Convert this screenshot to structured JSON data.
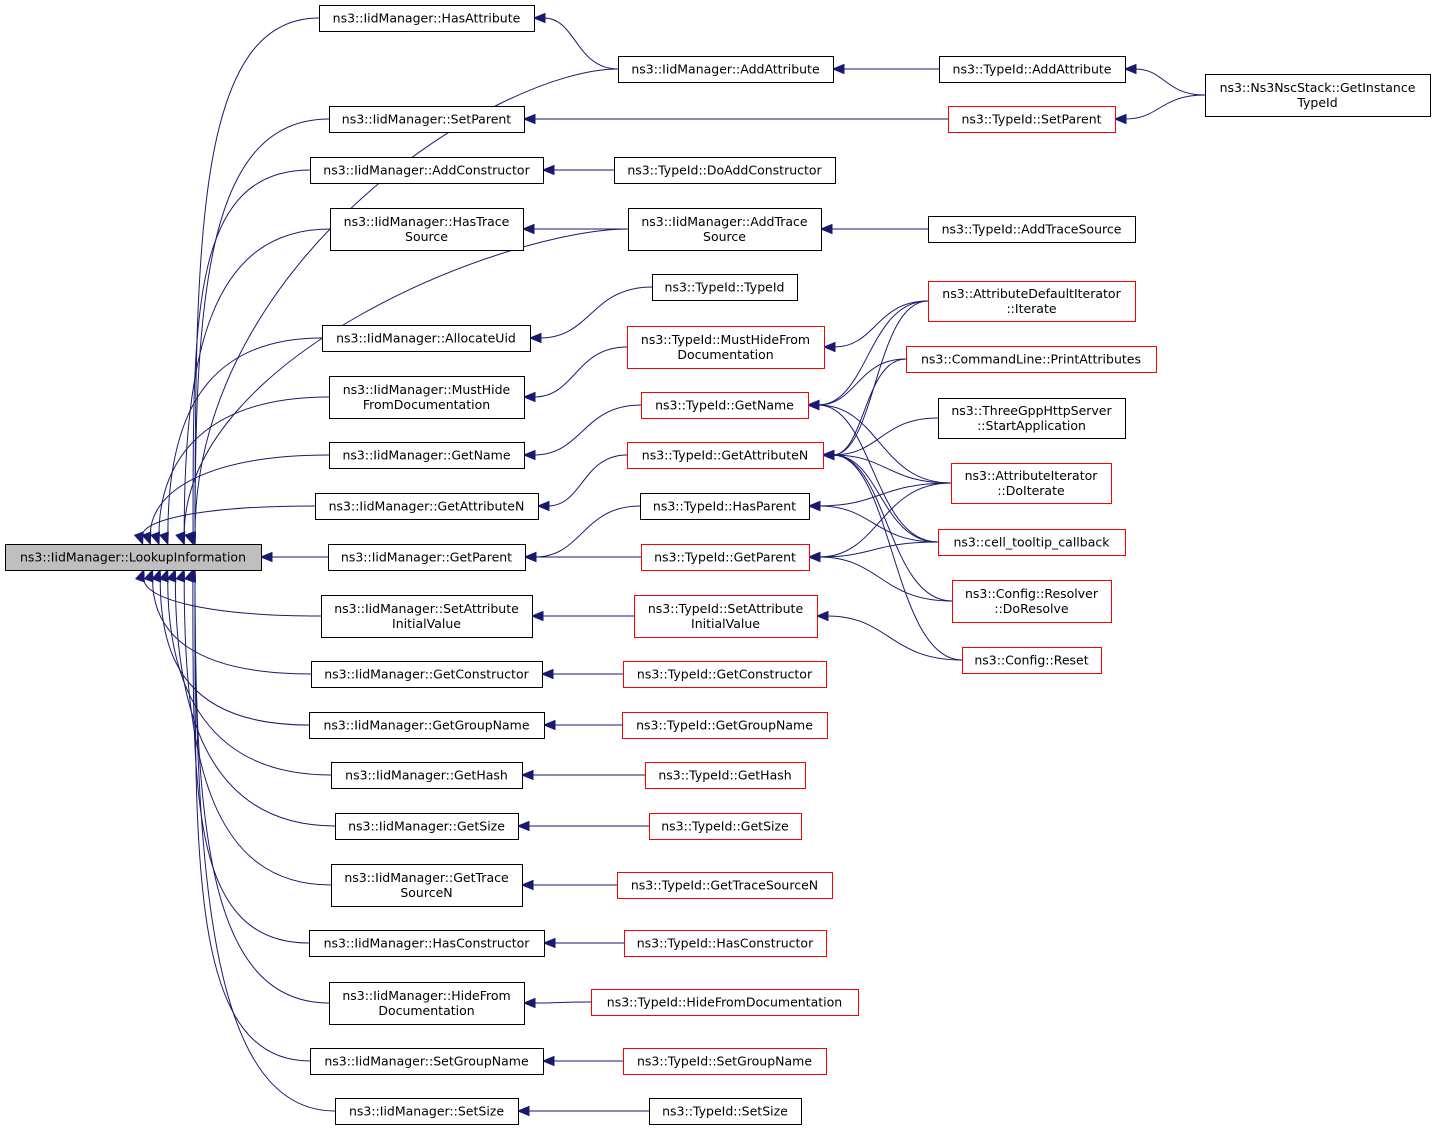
{
  "diagram": {
    "title": "",
    "colors": {
      "edge": "#191970",
      "focus_fill": "#bfbfbf",
      "box_border": "#000000",
      "box_border_truncated": "#ff0000"
    },
    "nodes": [
      {
        "id": "lookup",
        "lines": [
          "ns3::IidManager::LookupInformation"
        ],
        "kind": "focus"
      },
      {
        "id": "m_hasattr",
        "lines": [
          "ns3::IidManager::HasAttribute"
        ],
        "kind": "normal"
      },
      {
        "id": "m_addattr",
        "lines": [
          "ns3::IidManager::AddAttribute"
        ],
        "kind": "normal"
      },
      {
        "id": "m_setparent",
        "lines": [
          "ns3::IidManager::SetParent"
        ],
        "kind": "normal"
      },
      {
        "id": "m_addctor",
        "lines": [
          "ns3::IidManager::AddConstructor"
        ],
        "kind": "normal"
      },
      {
        "id": "m_hastrace",
        "lines": [
          "ns3::IidManager::HasTrace",
          "Source"
        ],
        "kind": "normal"
      },
      {
        "id": "m_addtrace",
        "lines": [
          "ns3::IidManager::AddTrace",
          "Source"
        ],
        "kind": "normal"
      },
      {
        "id": "m_alloc",
        "lines": [
          "ns3::IidManager::AllocateUid"
        ],
        "kind": "normal"
      },
      {
        "id": "m_musthide",
        "lines": [
          "ns3::IidManager::MustHide",
          "FromDocumentation"
        ],
        "kind": "normal"
      },
      {
        "id": "m_getname",
        "lines": [
          "ns3::IidManager::GetName"
        ],
        "kind": "normal"
      },
      {
        "id": "m_getattrn",
        "lines": [
          "ns3::IidManager::GetAttributeN"
        ],
        "kind": "normal"
      },
      {
        "id": "m_getparent",
        "lines": [
          "ns3::IidManager::GetParent"
        ],
        "kind": "normal"
      },
      {
        "id": "m_setattrinit",
        "lines": [
          "ns3::IidManager::SetAttribute",
          "InitialValue"
        ],
        "kind": "normal"
      },
      {
        "id": "m_getctor",
        "lines": [
          "ns3::IidManager::GetConstructor"
        ],
        "kind": "normal"
      },
      {
        "id": "m_getgroup",
        "lines": [
          "ns3::IidManager::GetGroupName"
        ],
        "kind": "normal"
      },
      {
        "id": "m_gethash",
        "lines": [
          "ns3::IidManager::GetHash"
        ],
        "kind": "normal"
      },
      {
        "id": "m_getsize",
        "lines": [
          "ns3::IidManager::GetSize"
        ],
        "kind": "normal"
      },
      {
        "id": "m_gettracen",
        "lines": [
          "ns3::IidManager::GetTrace",
          "SourceN"
        ],
        "kind": "normal"
      },
      {
        "id": "m_hasctor",
        "lines": [
          "ns3::IidManager::HasConstructor"
        ],
        "kind": "normal"
      },
      {
        "id": "m_hidefrom",
        "lines": [
          "ns3::IidManager::HideFrom",
          "Documentation"
        ],
        "kind": "normal"
      },
      {
        "id": "m_setgroup",
        "lines": [
          "ns3::IidManager::SetGroupName"
        ],
        "kind": "normal"
      },
      {
        "id": "m_setsize",
        "lines": [
          "ns3::IidManager::SetSize"
        ],
        "kind": "normal"
      },
      {
        "id": "t_addattr",
        "lines": [
          "ns3::TypeId::AddAttribute"
        ],
        "kind": "normal"
      },
      {
        "id": "nsc_getinst",
        "lines": [
          "ns3::Ns3NscStack::GetInstance",
          "TypeId"
        ],
        "kind": "normal"
      },
      {
        "id": "t_setparent",
        "lines": [
          "ns3::TypeId::SetParent"
        ],
        "kind": "truncated"
      },
      {
        "id": "t_doaddctor",
        "lines": [
          "ns3::TypeId::DoAddConstructor"
        ],
        "kind": "normal"
      },
      {
        "id": "t_addtrace",
        "lines": [
          "ns3::TypeId::AddTraceSource"
        ],
        "kind": "normal"
      },
      {
        "id": "t_typeid",
        "lines": [
          "ns3::TypeId::TypeId"
        ],
        "kind": "normal"
      },
      {
        "id": "t_musthide",
        "lines": [
          "ns3::TypeId::MustHideFrom",
          "Documentation"
        ],
        "kind": "truncated"
      },
      {
        "id": "t_getname",
        "lines": [
          "ns3::TypeId::GetName"
        ],
        "kind": "truncated"
      },
      {
        "id": "t_getattrn",
        "lines": [
          "ns3::TypeId::GetAttributeN"
        ],
        "kind": "truncated"
      },
      {
        "id": "t_hasparent",
        "lines": [
          "ns3::TypeId::HasParent"
        ],
        "kind": "normal"
      },
      {
        "id": "t_getparent",
        "lines": [
          "ns3::TypeId::GetParent"
        ],
        "kind": "truncated"
      },
      {
        "id": "t_setattrinit",
        "lines": [
          "ns3::TypeId::SetAttribute",
          "InitialValue"
        ],
        "kind": "truncated"
      },
      {
        "id": "t_getctor",
        "lines": [
          "ns3::TypeId::GetConstructor"
        ],
        "kind": "truncated"
      },
      {
        "id": "t_getgroup",
        "lines": [
          "ns3::TypeId::GetGroupName"
        ],
        "kind": "truncated"
      },
      {
        "id": "t_gethash",
        "lines": [
          "ns3::TypeId::GetHash"
        ],
        "kind": "truncated"
      },
      {
        "id": "t_getsize",
        "lines": [
          "ns3::TypeId::GetSize"
        ],
        "kind": "truncated"
      },
      {
        "id": "t_gettracen",
        "lines": [
          "ns3::TypeId::GetTraceSourceN"
        ],
        "kind": "truncated"
      },
      {
        "id": "t_hasctor",
        "lines": [
          "ns3::TypeId::HasConstructor"
        ],
        "kind": "truncated"
      },
      {
        "id": "t_hidefrom",
        "lines": [
          "ns3::TypeId::HideFromDocumentation"
        ],
        "kind": "truncated"
      },
      {
        "id": "t_setgroup",
        "lines": [
          "ns3::TypeId::SetGroupName"
        ],
        "kind": "truncated"
      },
      {
        "id": "t_setsize",
        "lines": [
          "ns3::TypeId::SetSize"
        ],
        "kind": "normal"
      },
      {
        "id": "adi_iterate",
        "lines": [
          "ns3::AttributeDefaultIterator",
          "::Iterate"
        ],
        "kind": "truncated"
      },
      {
        "id": "cl_printattr",
        "lines": [
          "ns3::CommandLine::PrintAttributes"
        ],
        "kind": "truncated"
      },
      {
        "id": "tgpp_start",
        "lines": [
          "ns3::ThreeGppHttpServer",
          "::StartApplication"
        ],
        "kind": "normal"
      },
      {
        "id": "ai_doiterate",
        "lines": [
          "ns3::AttributeIterator",
          "::DoIterate"
        ],
        "kind": "truncated"
      },
      {
        "id": "cell_tooltip",
        "lines": [
          "ns3::cell_tooltip_callback"
        ],
        "kind": "truncated"
      },
      {
        "id": "cfg_doresolve",
        "lines": [
          "ns3::Config::Resolver",
          "::DoResolve"
        ],
        "kind": "truncated"
      },
      {
        "id": "cfg_reset",
        "lines": [
          "ns3::Config::Reset"
        ],
        "kind": "truncated"
      }
    ],
    "edges": [
      {
        "from": "m_hasattr",
        "to": "lookup"
      },
      {
        "from": "m_addattr",
        "to": "lookup"
      },
      {
        "from": "m_setparent",
        "to": "lookup"
      },
      {
        "from": "m_addctor",
        "to": "lookup"
      },
      {
        "from": "m_hastrace",
        "to": "lookup"
      },
      {
        "from": "m_addtrace",
        "to": "lookup"
      },
      {
        "from": "m_alloc",
        "to": "lookup"
      },
      {
        "from": "m_musthide",
        "to": "lookup"
      },
      {
        "from": "m_getname",
        "to": "lookup"
      },
      {
        "from": "m_getattrn",
        "to": "lookup"
      },
      {
        "from": "m_getparent",
        "to": "lookup"
      },
      {
        "from": "m_setattrinit",
        "to": "lookup"
      },
      {
        "from": "m_getctor",
        "to": "lookup"
      },
      {
        "from": "m_getgroup",
        "to": "lookup"
      },
      {
        "from": "m_gethash",
        "to": "lookup"
      },
      {
        "from": "m_getsize",
        "to": "lookup"
      },
      {
        "from": "m_gettracen",
        "to": "lookup"
      },
      {
        "from": "m_hasctor",
        "to": "lookup"
      },
      {
        "from": "m_hidefrom",
        "to": "lookup"
      },
      {
        "from": "m_setgroup",
        "to": "lookup"
      },
      {
        "from": "m_setsize",
        "to": "lookup"
      },
      {
        "from": "m_addattr",
        "to": "m_hasattr"
      },
      {
        "from": "t_addattr",
        "to": "m_addattr"
      },
      {
        "from": "nsc_getinst",
        "to": "t_addattr"
      },
      {
        "from": "t_setparent",
        "to": "m_setparent"
      },
      {
        "from": "nsc_getinst",
        "to": "t_setparent"
      },
      {
        "from": "t_doaddctor",
        "to": "m_addctor"
      },
      {
        "from": "m_addtrace",
        "to": "m_hastrace"
      },
      {
        "from": "t_addtrace",
        "to": "m_addtrace"
      },
      {
        "from": "t_typeid",
        "to": "m_alloc"
      },
      {
        "from": "t_musthide",
        "to": "m_musthide"
      },
      {
        "from": "adi_iterate",
        "to": "t_musthide"
      },
      {
        "from": "t_getname",
        "to": "m_getname"
      },
      {
        "from": "t_getattrn",
        "to": "m_getattrn"
      },
      {
        "from": "t_hasparent",
        "to": "m_getparent"
      },
      {
        "from": "t_getparent",
        "to": "m_getparent"
      },
      {
        "from": "t_setattrinit",
        "to": "m_setattrinit"
      },
      {
        "from": "t_getctor",
        "to": "m_getctor"
      },
      {
        "from": "t_getgroup",
        "to": "m_getgroup"
      },
      {
        "from": "t_gethash",
        "to": "m_gethash"
      },
      {
        "from": "t_getsize",
        "to": "m_getsize"
      },
      {
        "from": "t_gettracen",
        "to": "m_gettracen"
      },
      {
        "from": "t_hasctor",
        "to": "m_hasctor"
      },
      {
        "from": "t_hidefrom",
        "to": "m_hidefrom"
      },
      {
        "from": "t_setgroup",
        "to": "m_setgroup"
      },
      {
        "from": "t_setsize",
        "to": "m_setsize"
      },
      {
        "from": "adi_iterate",
        "to": "t_getname"
      },
      {
        "from": "cl_printattr",
        "to": "t_getname"
      },
      {
        "from": "ai_doiterate",
        "to": "t_getname"
      },
      {
        "from": "cell_tooltip",
        "to": "t_getname"
      },
      {
        "from": "adi_iterate",
        "to": "t_getattrn"
      },
      {
        "from": "cl_printattr",
        "to": "t_getattrn"
      },
      {
        "from": "tgpp_start",
        "to": "t_getattrn"
      },
      {
        "from": "ai_doiterate",
        "to": "t_getattrn"
      },
      {
        "from": "cell_tooltip",
        "to": "t_getattrn"
      },
      {
        "from": "cfg_doresolve",
        "to": "t_getattrn"
      },
      {
        "from": "cfg_reset",
        "to": "t_getattrn"
      },
      {
        "from": "ai_doiterate",
        "to": "t_hasparent"
      },
      {
        "from": "cell_tooltip",
        "to": "t_hasparent"
      },
      {
        "from": "ai_doiterate",
        "to": "t_getparent"
      },
      {
        "from": "cell_tooltip",
        "to": "t_getparent"
      },
      {
        "from": "cfg_doresolve",
        "to": "t_getparent"
      },
      {
        "from": "cfg_reset",
        "to": "t_setattrinit"
      }
    ]
  }
}
